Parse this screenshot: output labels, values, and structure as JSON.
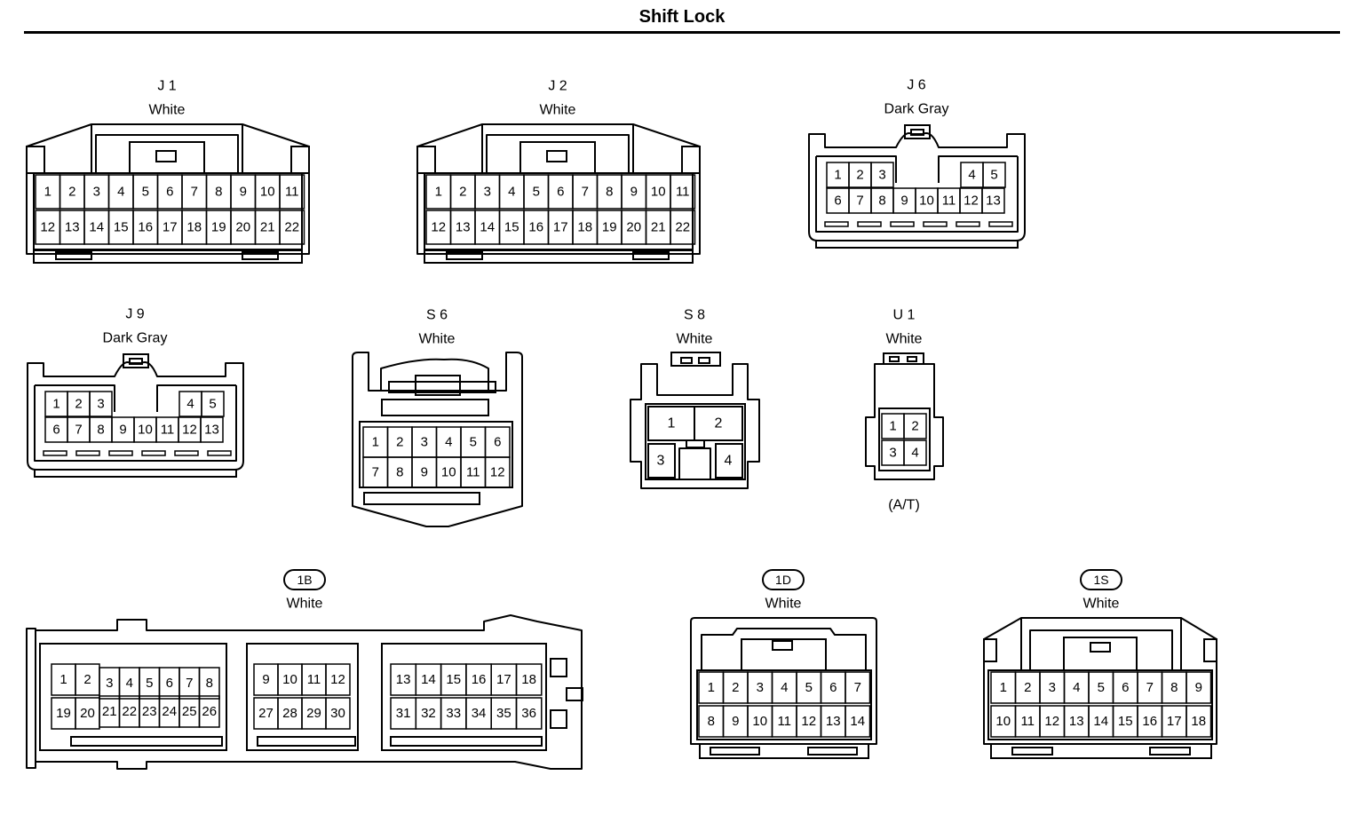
{
  "title": "Shift Lock",
  "connectors": [
    {
      "id": "J 1",
      "color": "White",
      "pins": [
        "1",
        "2",
        "3",
        "4",
        "5",
        "6",
        "7",
        "8",
        "9",
        "10",
        "11",
        "12",
        "13",
        "14",
        "15",
        "16",
        "17",
        "18",
        "19",
        "20",
        "21",
        "22"
      ]
    },
    {
      "id": "J 2",
      "color": "White",
      "pins": [
        "1",
        "2",
        "3",
        "4",
        "5",
        "6",
        "7",
        "8",
        "9",
        "10",
        "11",
        "12",
        "13",
        "14",
        "15",
        "16",
        "17",
        "18",
        "19",
        "20",
        "21",
        "22"
      ]
    },
    {
      "id": "J 6",
      "color": "Dark Gray",
      "pins": [
        "1",
        "2",
        "3",
        "4",
        "5",
        "6",
        "7",
        "8",
        "9",
        "10",
        "11",
        "12",
        "13"
      ]
    },
    {
      "id": "J 9",
      "color": "Dark Gray",
      "pins": [
        "1",
        "2",
        "3",
        "4",
        "5",
        "6",
        "7",
        "8",
        "9",
        "10",
        "11",
        "12",
        "13"
      ]
    },
    {
      "id": "S 6",
      "color": "White",
      "pins": [
        "1",
        "2",
        "3",
        "4",
        "5",
        "6",
        "7",
        "8",
        "9",
        "10",
        "11",
        "12"
      ]
    },
    {
      "id": "S 8",
      "color": "White",
      "pins": [
        "1",
        "2",
        "3",
        "4"
      ]
    },
    {
      "id": "U 1",
      "color": "White",
      "note": "(A/T)",
      "pins": [
        "1",
        "2",
        "3",
        "4"
      ]
    },
    {
      "id": "1B",
      "color": "White",
      "pins": [
        "1",
        "2",
        "3",
        "4",
        "5",
        "6",
        "7",
        "8",
        "19",
        "20",
        "21",
        "22",
        "23",
        "24",
        "25",
        "26",
        "9",
        "10",
        "11",
        "12",
        "27",
        "28",
        "29",
        "30",
        "13",
        "14",
        "15",
        "16",
        "17",
        "18",
        "31",
        "32",
        "33",
        "34",
        "35",
        "36"
      ]
    },
    {
      "id": "1D",
      "color": "White",
      "pins": [
        "1",
        "2",
        "3",
        "4",
        "5",
        "6",
        "7",
        "8",
        "9",
        "10",
        "11",
        "12",
        "13",
        "14"
      ]
    },
    {
      "id": "1S",
      "color": "White",
      "pins": [
        "1",
        "2",
        "3",
        "4",
        "5",
        "6",
        "7",
        "8",
        "9",
        "10",
        "11",
        "12",
        "13",
        "14",
        "15",
        "16",
        "17",
        "18"
      ]
    }
  ]
}
